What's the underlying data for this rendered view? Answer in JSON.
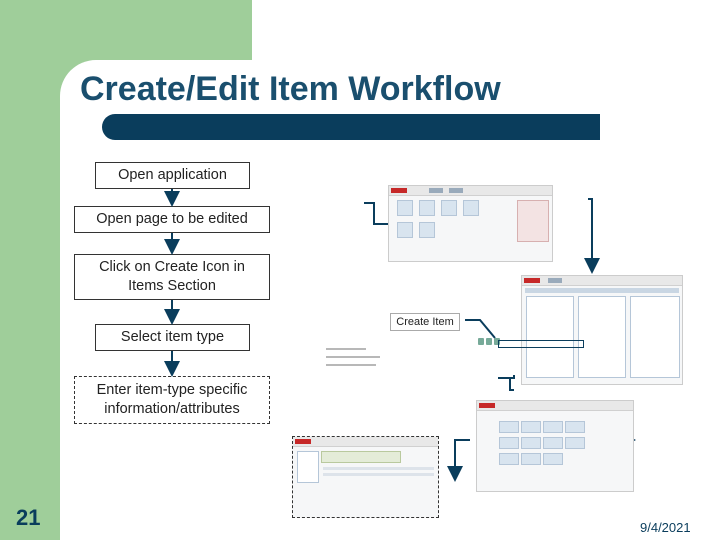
{
  "slide": {
    "title": "Create/Edit Item Workflow",
    "number": "21",
    "date": "9/4/2021"
  },
  "steps": [
    {
      "label": "Open application"
    },
    {
      "label": "Open page to be edited"
    },
    {
      "label": "Click on Create Icon in Items Section"
    },
    {
      "label": "Select item type"
    },
    {
      "label": "Enter item-type specific information/attributes"
    }
  ],
  "callouts": {
    "create_item": "Create Item"
  },
  "colors": {
    "accent_green": "#9fce9a",
    "title_color": "#1a4f6e",
    "bar_color": "#0a3d5c"
  }
}
